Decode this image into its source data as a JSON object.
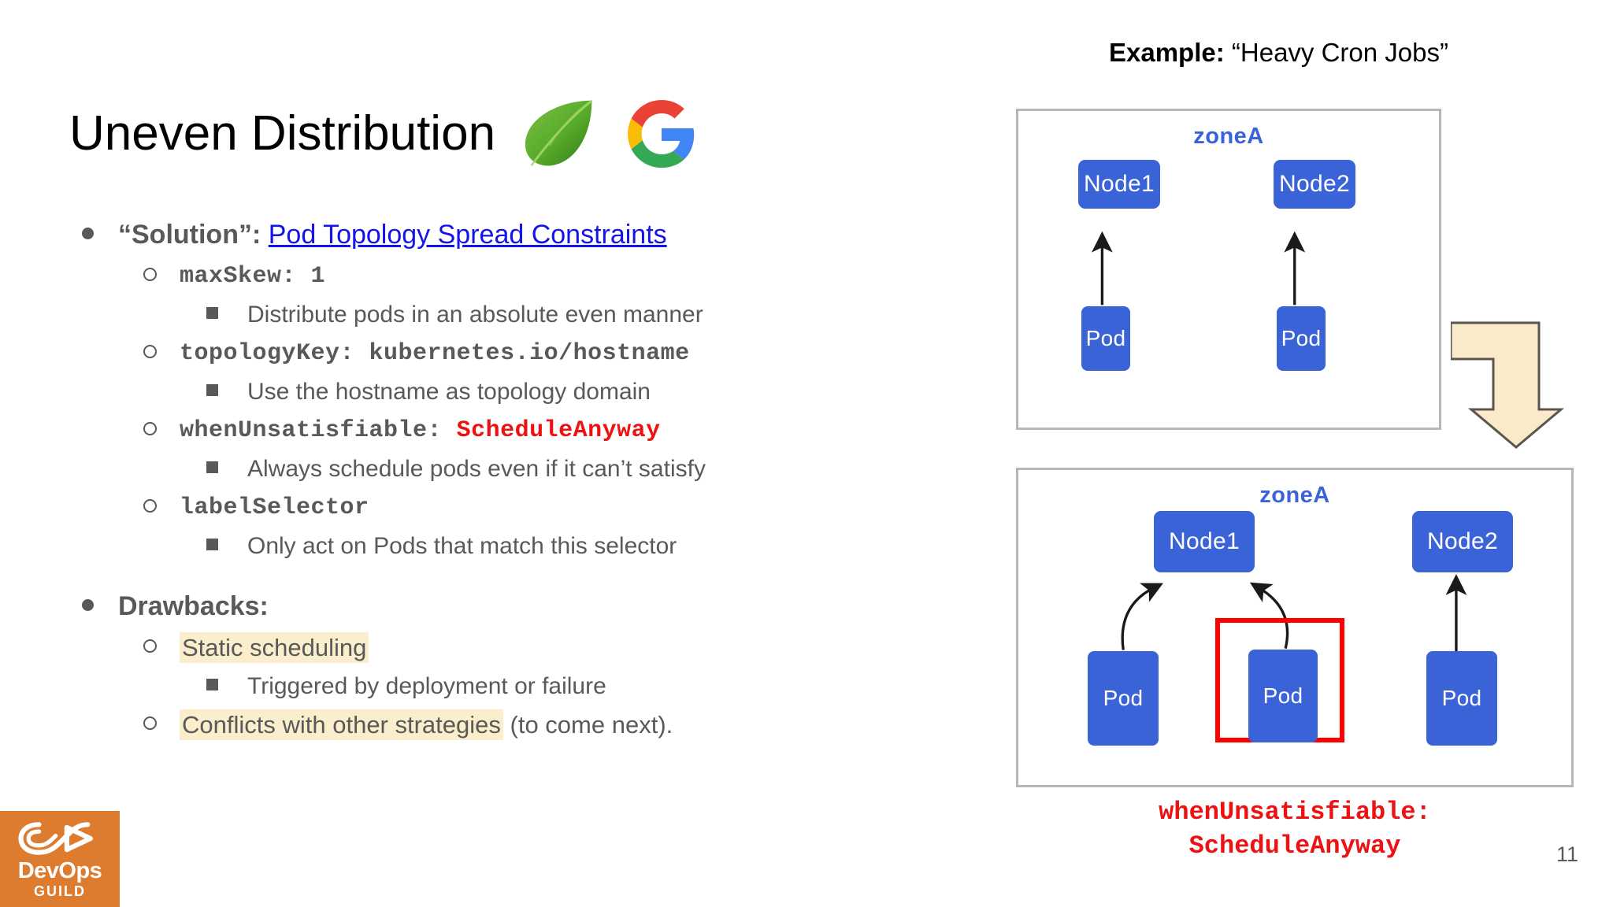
{
  "slide": {
    "title": "Uneven Distribution",
    "page_number": "11"
  },
  "logos": {
    "leaf_icon": "spring-leaf-icon",
    "google_icon": "google-g-icon"
  },
  "bullets": {
    "solution_label": "“Solution”:",
    "solution_link": "Pod Topology Spread Constraints",
    "items": [
      {
        "key": "maxSkew: 1",
        "desc": "Distribute pods in an absolute even manner"
      },
      {
        "key": "topologyKey: kubernetes.io/hostname",
        "desc": "Use the hostname as topology domain"
      },
      {
        "key": "whenUnsatisfiable:",
        "key_value": "ScheduleAnyway",
        "desc": "Always schedule pods even if it can’t satisfy"
      },
      {
        "key": "labelSelector",
        "desc": "Only act on Pods that match this selector"
      }
    ],
    "drawbacks_label": "Drawbacks:",
    "drawbacks": [
      {
        "highlight": "Static scheduling",
        "tail": "",
        "sub": "Triggered by deployment or failure"
      },
      {
        "highlight": "Conflicts with other strategies",
        "tail": " (to come next).",
        "sub": ""
      }
    ]
  },
  "example": {
    "prefix": "Example:",
    "quote": " “Heavy Cron Jobs”"
  },
  "diagram_top": {
    "zone": "zoneA",
    "nodes": [
      "Node1",
      "Node2"
    ],
    "pods": [
      "Pod",
      "Pod"
    ]
  },
  "diagram_bottom": {
    "zone": "zoneA",
    "nodes": [
      "Node1",
      "Node2"
    ],
    "pods": [
      "Pod",
      "Pod",
      "Pod"
    ]
  },
  "caption": {
    "line1": "whenUnsatisfiable:",
    "line2": "ScheduleAnyway"
  },
  "brand": {
    "name": "DevOps",
    "sub": "GUILD"
  },
  "colors": {
    "node_blue": "#3b63d8",
    "zone_blue": "#3b63d8",
    "link_blue": "#1414e8",
    "alert_red": "#ee1111",
    "highlight_cream": "#fbeecd",
    "arrow_fill": "#fbeaca",
    "brand_orange": "#dd7b2e",
    "box_border": "#b7b7b7",
    "text_gray": "#595959"
  }
}
